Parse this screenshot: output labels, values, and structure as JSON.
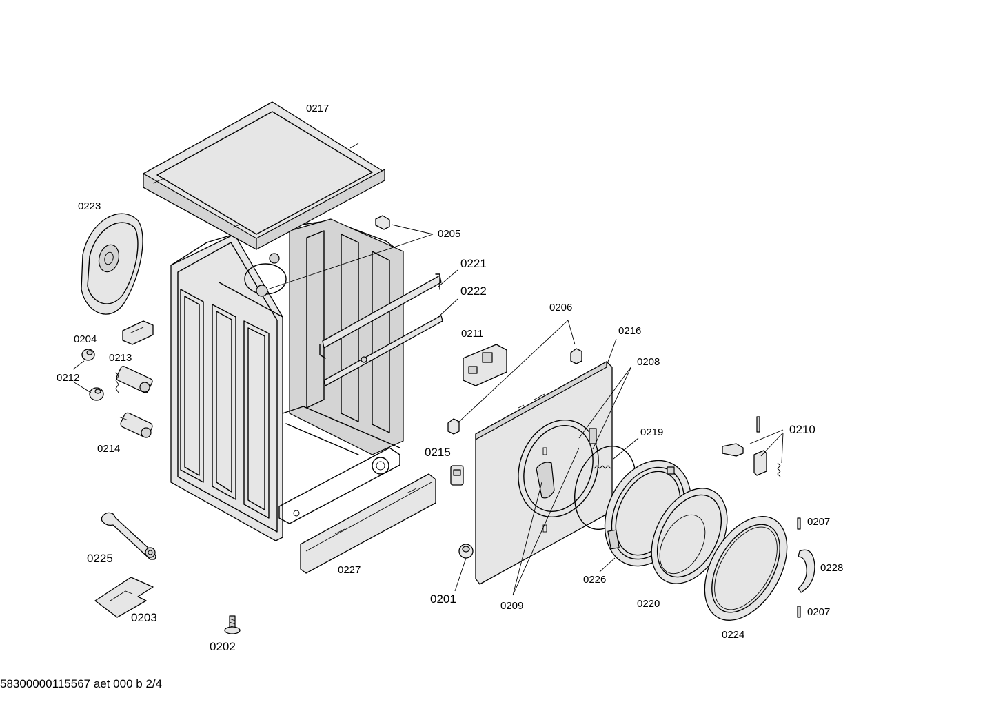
{
  "labels": {
    "p0217": "0217",
    "p0223": "0223",
    "p0205": "0205",
    "p0221": "0221",
    "p0222": "0222",
    "p0206": "0206",
    "p0216": "0216",
    "p0211": "0211",
    "p0208": "0208",
    "p0204": "0204",
    "p0213": "0213",
    "p0212": "0212",
    "p0214": "0214",
    "p0215": "0215",
    "p0219": "0219",
    "p0210": "0210",
    "p0207a": "0207",
    "p0207b": "0207",
    "p0228": "0228",
    "p0225": "0225",
    "p0227": "0227",
    "p0201": "0201",
    "p0209": "0209",
    "p0226": "0226",
    "p0220": "0220",
    "p0224": "0224",
    "p0203": "0203",
    "p0202": "0202"
  },
  "footer": "58300000115567 aet 000 b 2/4"
}
